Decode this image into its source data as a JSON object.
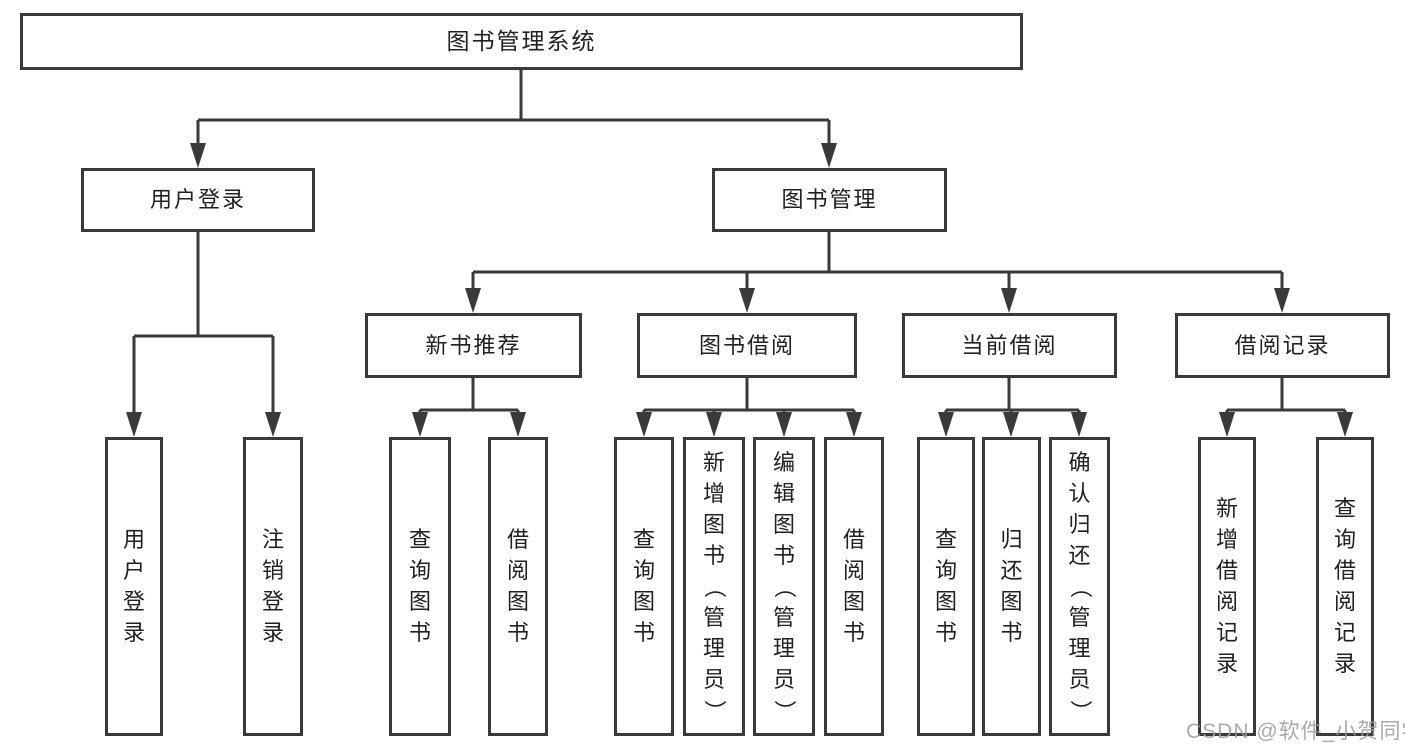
{
  "tree": {
    "root": {
      "label": "图书管理系统"
    },
    "branches": [
      {
        "label": "用户登录",
        "children": [
          {
            "label": "用户登录"
          },
          {
            "label": "注销登录"
          }
        ]
      },
      {
        "label": "图书管理",
        "children": [
          {
            "label": "新书推荐",
            "children": [
              {
                "label": "查询图书"
              },
              {
                "label": "借阅图书"
              }
            ]
          },
          {
            "label": "图书借阅",
            "children": [
              {
                "label": "查询图书"
              },
              {
                "label": "新增图书（管理员）"
              },
              {
                "label": "编辑图书（管理员）"
              },
              {
                "label": "借阅图书"
              }
            ]
          },
          {
            "label": "当前借阅",
            "children": [
              {
                "label": "查询图书"
              },
              {
                "label": "归还图书"
              },
              {
                "label": "确认归还（管理员）"
              }
            ]
          },
          {
            "label": "借阅记录",
            "children": [
              {
                "label": "新增借阅记录"
              },
              {
                "label": "查询借阅记录"
              }
            ]
          }
        ]
      }
    ]
  },
  "watermark": "CSDN @软件_小贺同学",
  "colors": {
    "line": "#3a3a3a",
    "border": "#3a3a3a",
    "text": "#212121",
    "watermark": "#9c9c9c",
    "background": "#ffffff"
  }
}
